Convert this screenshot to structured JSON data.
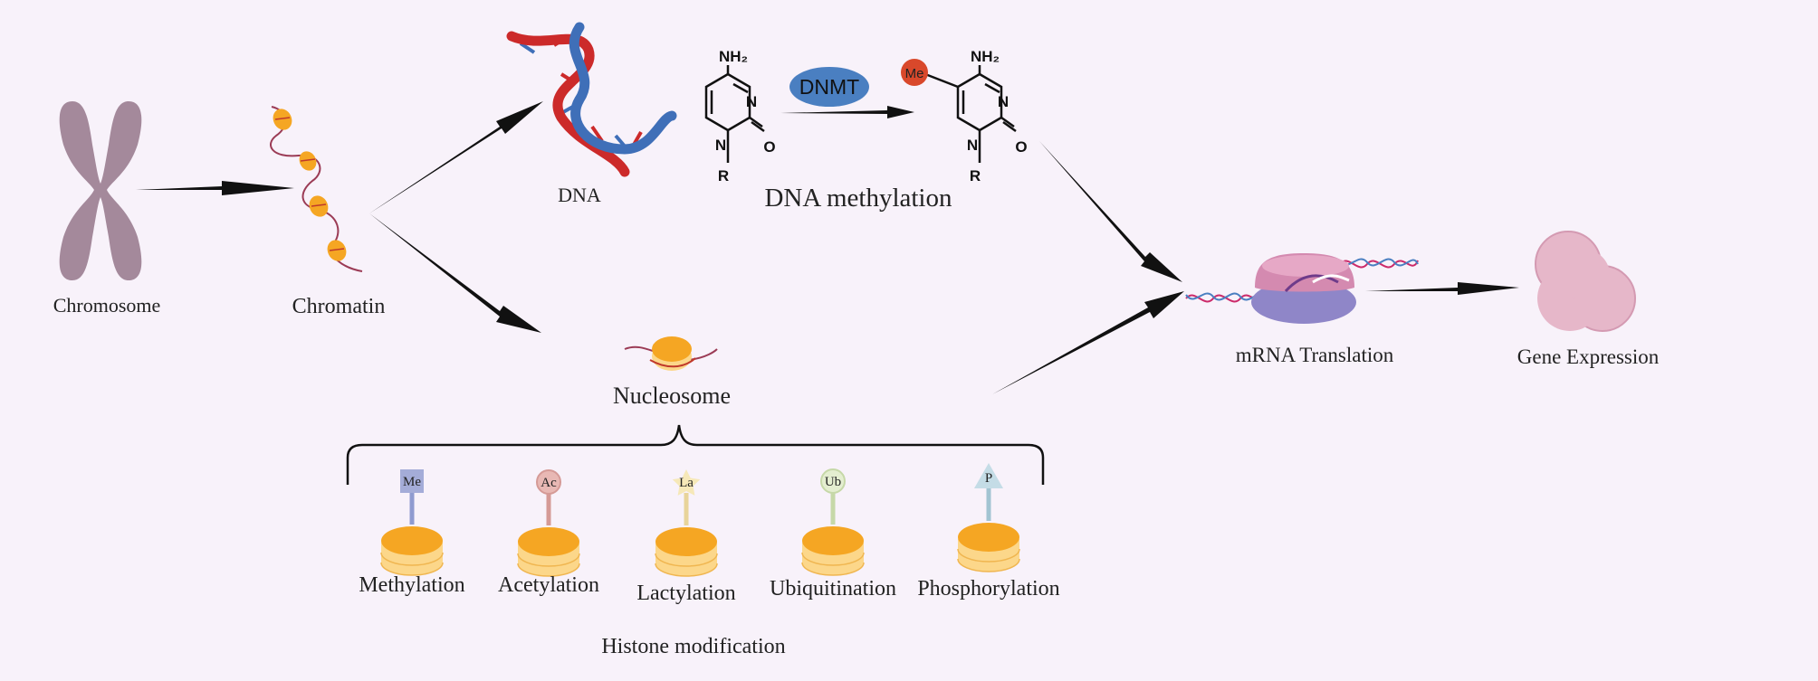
{
  "labels": {
    "chromosome": "Chromosome",
    "chromatin": "Chromatin",
    "dna": "DNA",
    "dna_methylation": "DNA methylation",
    "dnmt": "DNMT",
    "nucleosome": "Nucleosome",
    "mrna_translation": "mRNA Translation",
    "gene_expression": "Gene Expression",
    "histone_modification": "Histone modification"
  },
  "chemistry": {
    "amine": "NH₂",
    "nitrogen": "N",
    "oxygen": "O",
    "r_group": "R",
    "methyl": "Me"
  },
  "histone_modifications": [
    {
      "label": "Methylation",
      "tag": "Me",
      "tag_color": "#a4acd8",
      "stem_color": "#8f9bd0"
    },
    {
      "label": "Acetylation",
      "tag": "Ac",
      "tag_color": "#e8b8b4",
      "stem_color": "#d59a96"
    },
    {
      "label": "Lactylation",
      "tag": "La",
      "tag_color": "#f6e8b8",
      "stem_color": "#e8d49a"
    },
    {
      "label": "Ubiquitination",
      "tag": "Ub",
      "tag_color": "#e4eed0",
      "stem_color": "#c6d8a8"
    },
    {
      "label": "Phosphorylation",
      "tag": "P",
      "tag_color": "#c4dce6",
      "stem_color": "#a2c4d2"
    }
  ],
  "colors": {
    "background": "#f8f2fa",
    "chromosome": "#a4899b",
    "histone_orange": "#f5a623",
    "histone_light": "#fcd78a",
    "dna_red": "#cc2a2a",
    "dna_blue": "#3f6fb8",
    "dnmt_blue": "#4a7fc1",
    "methyl_red": "#d9482b",
    "ribosome_purple": "#8f86c8",
    "ribosome_pink": "#d48ab0",
    "gene_pink": "#e6b7c9"
  }
}
